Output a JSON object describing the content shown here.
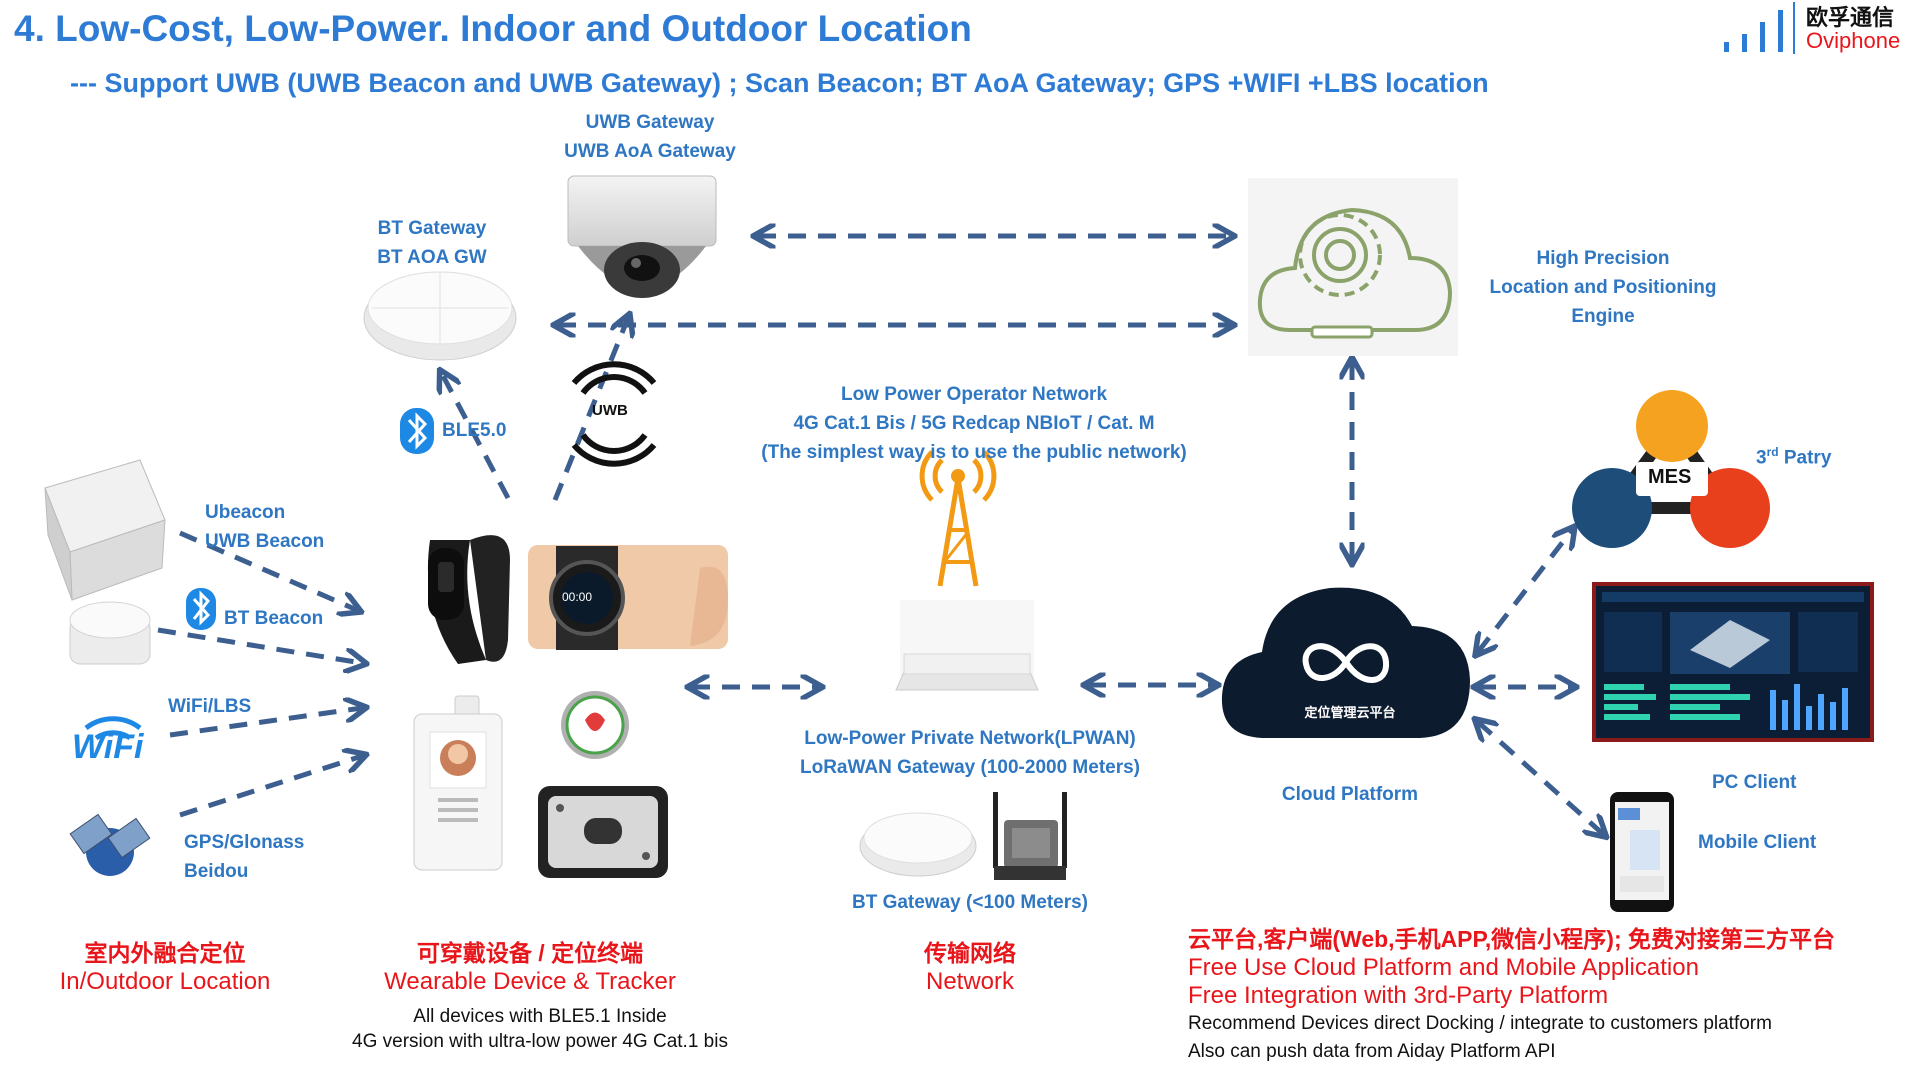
{
  "header": {
    "title": "4. Low-Cost, Low-Power. Indoor and Outdoor Location",
    "subtitle": "--- Support UWB (UWB Beacon and UWB Gateway) ; Scan Beacon;  BT AoA Gateway;  GPS +WIFI +LBS location",
    "logo_cn": "欧孚通信",
    "logo_en": "Oviphone"
  },
  "colors": {
    "accent": "#2E7BD6",
    "label_blue": "#2F77C2",
    "arrow": "#3D5F8F",
    "red": "#E8161B",
    "logo_red": "#E8161B"
  },
  "gateways": {
    "uwb_line1": "UWB  Gateway",
    "uwb_line2": "UWB AoA Gateway",
    "bt_line1": "BT Gateway",
    "bt_line2": "BT AOA GW",
    "ble": "BLE5.0",
    "uwb_icon": "UWB"
  },
  "engine": {
    "line1": "High Precision",
    "line2": "Location and Positioning",
    "line3": "Engine"
  },
  "operator": {
    "line1": "Low Power Operator Network",
    "line2": "4G Cat.1 Bis / 5G Redcap NBIoT / Cat. M",
    "line3": "(The simplest way is to use the public network)"
  },
  "sources": {
    "ubeacon1": "Ubeacon",
    "ubeacon2": "UWB Beacon",
    "bt_beacon": "BT Beacon",
    "wifi_lbs": "WiFi/LBS",
    "wifi_icon": "WiFi",
    "gps1": "GPS/Glonass",
    "gps2": "Beidou"
  },
  "watch_time": "00:00",
  "lpwan": {
    "line1": "Low-Power Private Network(LPWAN)",
    "line2": "LoRaWAN Gateway  (100-2000 Meters)",
    "bt_gateway": "BT Gateway  (<100 Meters)"
  },
  "cloud": {
    "inner": "定位管理云平台",
    "label": "Cloud Platform"
  },
  "clients": {
    "third_party": "3",
    "third_party_sup": "rd",
    "third_party_rest": " Patry",
    "mes": "MES",
    "pc": "PC Client",
    "mobile": "Mobile Client"
  },
  "footer": {
    "loc_cn": "室内外融合定位",
    "loc_en": "In/Outdoor Location",
    "wear_cn": "可穿戴设备 / 定位终端",
    "wear_en": "Wearable Device & Tracker",
    "note1": "All devices with BLE5.1 Inside",
    "note2": "4G version with ultra-low power 4G Cat.1 bis",
    "net_cn": "传输网络",
    "net_en": "Network",
    "plat_cn": "云平台,客户端(Web,手机APP,微信小程序);  免费对接第三方平台",
    "plat_en1": "Free Use Cloud Platform and Mobile Application",
    "plat_en2": "Free Integration with 3rd-Party Platform",
    "plat_note1": "Recommend Devices direct Docking / integrate to customers platform",
    "plat_note2": "Also can push data from Aiday Platform API"
  }
}
